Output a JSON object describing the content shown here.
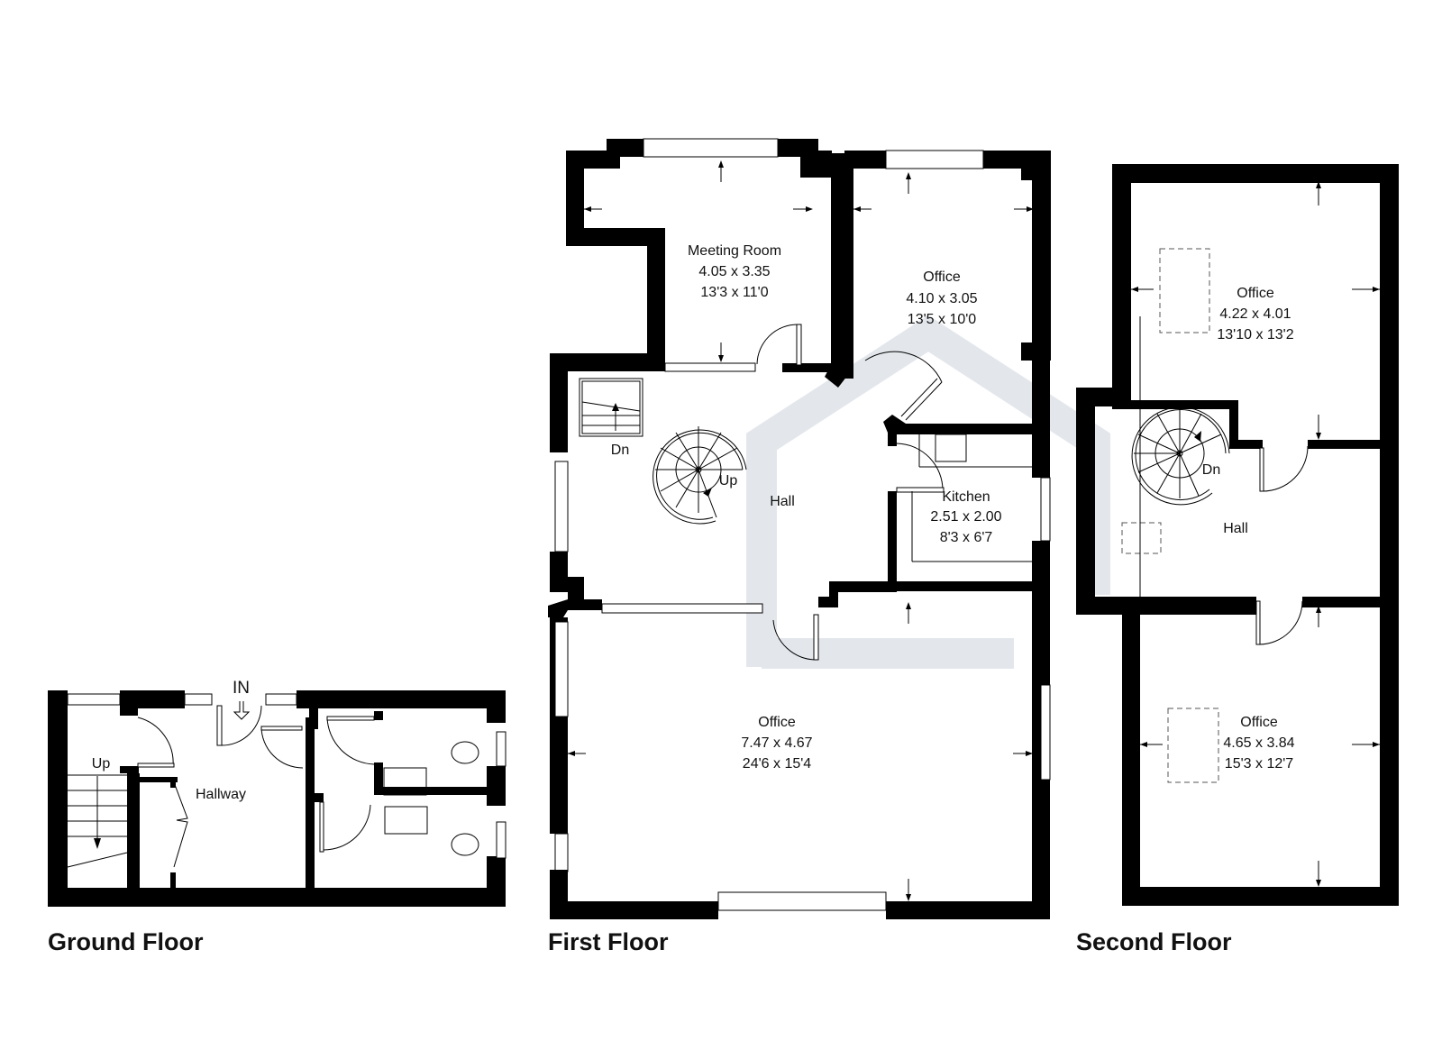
{
  "floors": [
    {
      "label": "Ground Floor",
      "entrance": "IN",
      "rooms": [
        {
          "name": "Hallway"
        }
      ],
      "stairs": [
        {
          "label": "Up"
        }
      ]
    },
    {
      "label": "First Floor",
      "rooms": [
        {
          "name": "Meeting Room",
          "metric": "4.05 x 3.35",
          "imperial": "13'3 x 11'0"
        },
        {
          "name": "Office",
          "metric": "4.10 x 3.05",
          "imperial": "13'5 x 10'0"
        },
        {
          "name": "Hall"
        },
        {
          "name": "Kitchen",
          "metric": "2.51 x 2.00",
          "imperial": "8'3 x 6'7"
        },
        {
          "name": "Office",
          "metric": "7.47 x 4.67",
          "imperial": "24'6 x 15'4"
        }
      ],
      "stairs": [
        {
          "label": "Dn"
        },
        {
          "label": "Up"
        }
      ]
    },
    {
      "label": "Second Floor",
      "rooms": [
        {
          "name": "Office",
          "metric": "4.22 x 4.01",
          "imperial": "13'10 x 13'2"
        },
        {
          "name": "Hall"
        },
        {
          "name": "Office",
          "metric": "4.65 x 3.84",
          "imperial": "15'3 x 12'7"
        }
      ],
      "stairs": [
        {
          "label": "Dn"
        }
      ]
    }
  ],
  "colors": {
    "wall": "#000000",
    "watermark": "#e3e7ec",
    "background": "#ffffff"
  }
}
